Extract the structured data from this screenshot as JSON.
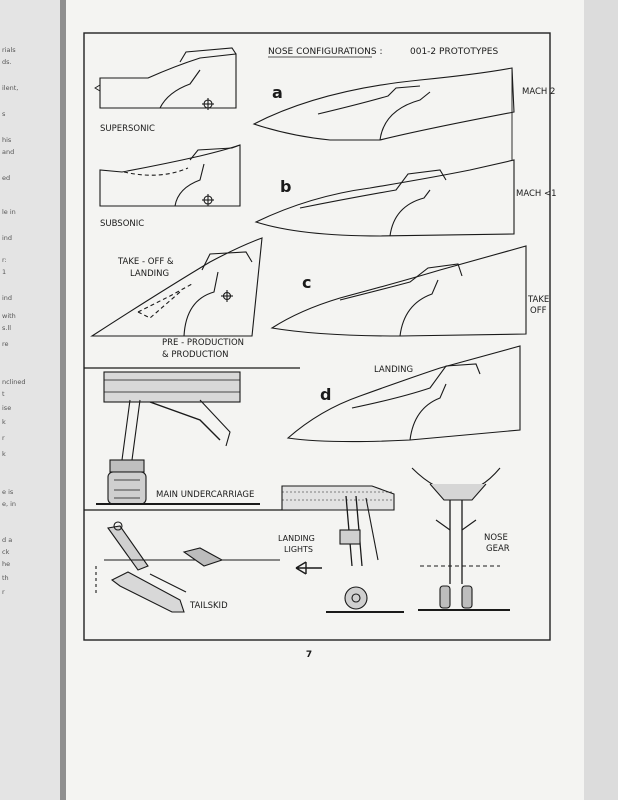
{
  "page": {
    "heading": "NOSE CONFIGURATIONS :",
    "subheading": "001-2 PROTOTYPES",
    "page_number": "7"
  },
  "left_margin_fragments": [
    "rials",
    "ds.",
    "ilent,",
    "s",
    "his",
    "and",
    "ed",
    "le in",
    "ind",
    "r:",
    "1",
    "ind",
    "with",
    "s.ll",
    "re",
    "nclined",
    "t",
    "ise",
    "k",
    "r",
    "k",
    "e is",
    "e, in",
    "d a",
    "ck",
    "he",
    "th",
    "r"
  ],
  "nose_views": {
    "supersonic": "SUPERSONIC",
    "subsonic": "SUBSONIC",
    "takeoff_landing_line1": "TAKE - OFF  &",
    "takeoff_landing_line2": "LANDING",
    "preprod_line1": "PRE - PRODUCTION",
    "preprod_line2": "& PRODUCTION"
  },
  "profiles": {
    "a": {
      "letter": "a",
      "label": "MACH 2"
    },
    "b": {
      "letter": "b",
      "label": "MACH <1"
    },
    "c": {
      "letter": "c",
      "label_line1": "TAKE",
      "label_line2": "OFF"
    },
    "d": {
      "letter": "d",
      "label": "LANDING"
    }
  },
  "gear": {
    "main_undercarriage": "MAIN UNDERCARRIAGE",
    "tailskid": "TAILSKID",
    "landing_lights_line1": "LANDING",
    "landing_lights_line2": "LIGHTS",
    "nose_gear_line1": "NOSE",
    "nose_gear_line2": "GEAR"
  }
}
